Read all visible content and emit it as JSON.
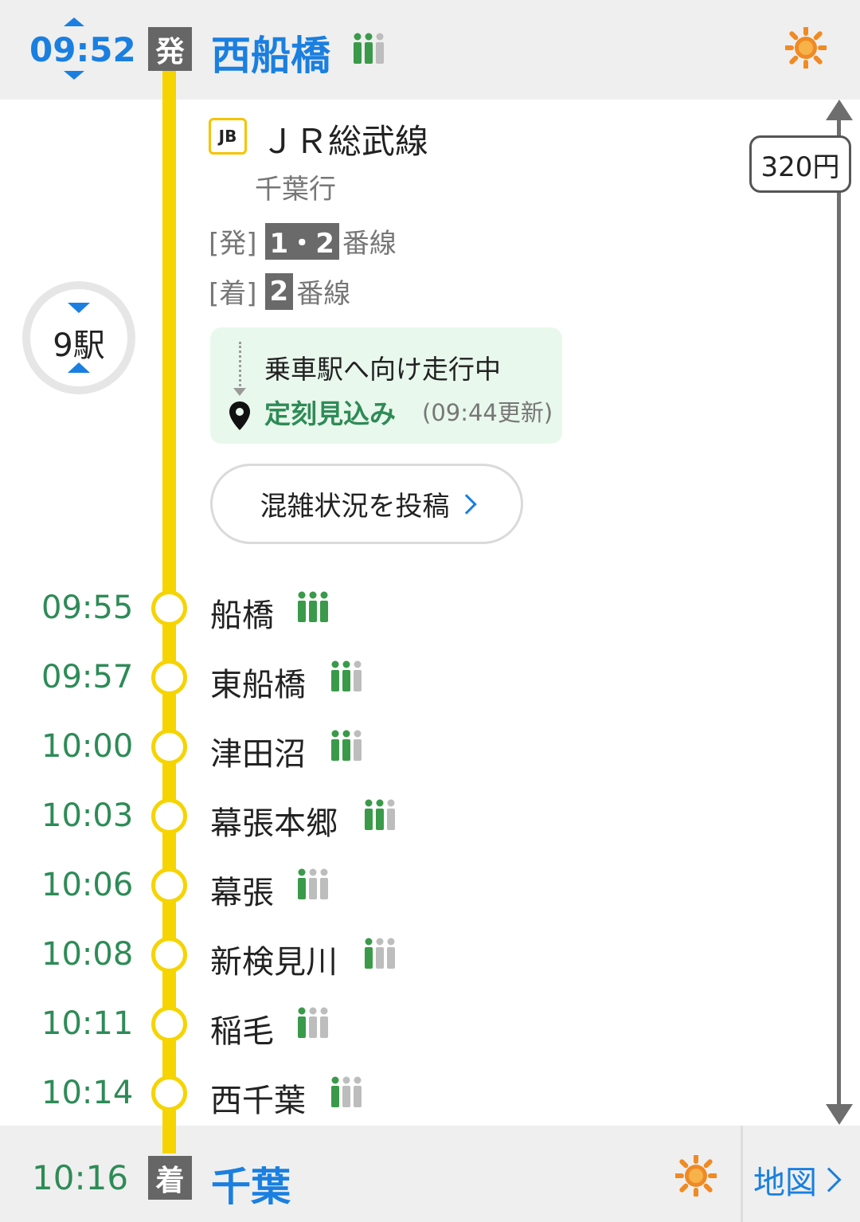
{
  "departure": {
    "time": "09:52",
    "badge": "発",
    "station": "西船橋",
    "crowd_level": 2,
    "weather_icon": "sunny-icon"
  },
  "line": {
    "icon_code": "JB",
    "name": "ＪＲ総武線",
    "destination": "千葉行",
    "dep_platform_prefix": "[発]",
    "dep_platform_number": "1・2",
    "dep_platform_suffix": "番線",
    "arr_platform_prefix": "[着]",
    "arr_platform_number": "2",
    "arr_platform_suffix": "番線"
  },
  "status": {
    "running_text": "乗車駅へ向け走行中",
    "on_time_text": "定刻見込み",
    "updated_text": "(09:44更新)"
  },
  "post_button_label": "混雑状況を投稿",
  "stop_count": "9駅",
  "fare": "320円",
  "stops": [
    {
      "time": "09:55",
      "name": "船橋",
      "crowd_level": 3
    },
    {
      "time": "09:57",
      "name": "東船橋",
      "crowd_level": 2
    },
    {
      "time": "10:00",
      "name": "津田沼",
      "crowd_level": 2
    },
    {
      "time": "10:03",
      "name": "幕張本郷",
      "crowd_level": 2
    },
    {
      "time": "10:06",
      "name": "幕張",
      "crowd_level": 1
    },
    {
      "time": "10:08",
      "name": "新検見川",
      "crowd_level": 1
    },
    {
      "time": "10:11",
      "name": "稲毛",
      "crowd_level": 1
    },
    {
      "time": "10:14",
      "name": "西千葉",
      "crowd_level": 1
    }
  ],
  "arrival": {
    "time": "10:16",
    "badge": "着",
    "station": "千葉",
    "weather_icon": "sunny-icon"
  },
  "map_link_label": "地図",
  "colors": {
    "accent_blue": "#1a7fe0",
    "route_yellow": "#f5d400",
    "time_green": "#2e8b57",
    "crowd_green": "#3a9a4a",
    "crowd_gray": "#bdbdbd",
    "sun_orange": "#f08a24"
  }
}
